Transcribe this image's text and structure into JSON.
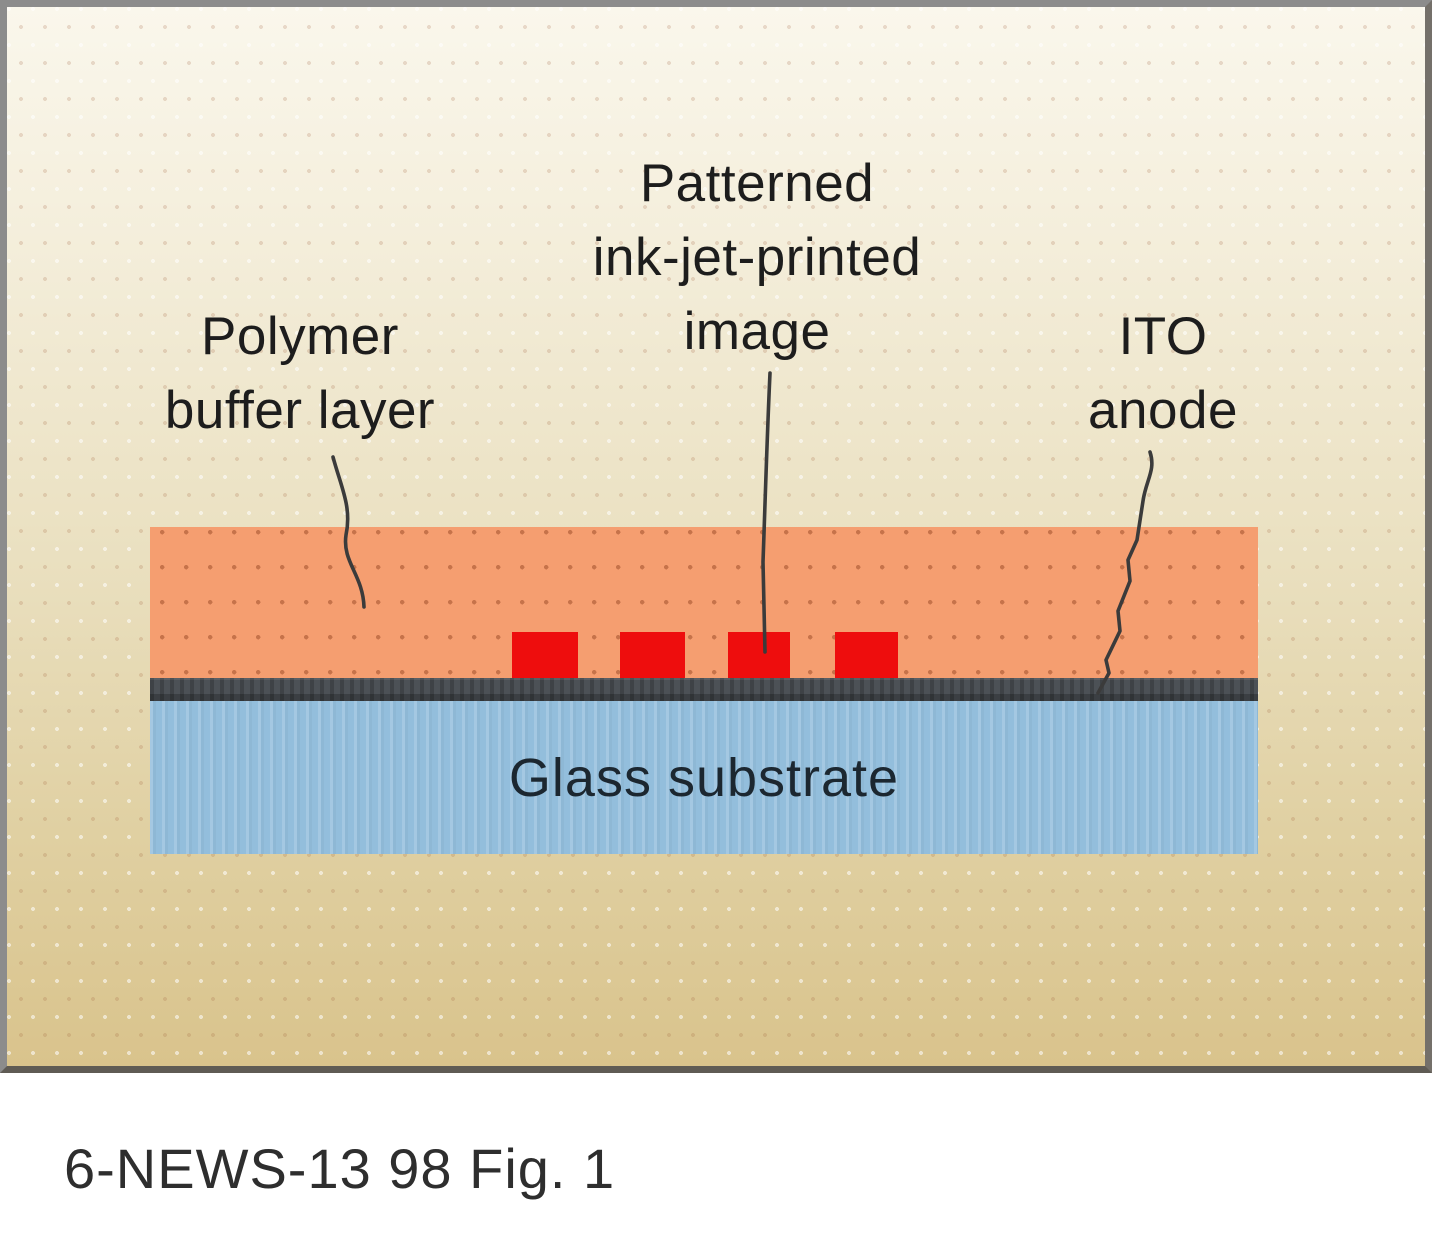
{
  "figure": {
    "caption": "6-NEWS-13 98 Fig. 1",
    "colors": {
      "background_top": "#faf7ec",
      "background_bottom": "#d9c38c",
      "frame_border": "#8c8c8c",
      "polymer_layer": "#f59e70",
      "ito_layer": "#4c5156",
      "glass_layer": "#93bedc",
      "ink_dot": "#ee0d0d",
      "leader_line": "#3b3b3b",
      "label_text": "#1d1d1d"
    },
    "labels": {
      "polymer": {
        "line1": "Polymer",
        "line2": "buffer layer"
      },
      "inkjet": {
        "line1": "Patterned",
        "line2": "ink-jet-printed",
        "line3": "image"
      },
      "ito": {
        "line1": "ITO",
        "line2": "anode"
      },
      "glass": {
        "text": "Glass substrate"
      }
    },
    "ink_dot_count": 4
  }
}
